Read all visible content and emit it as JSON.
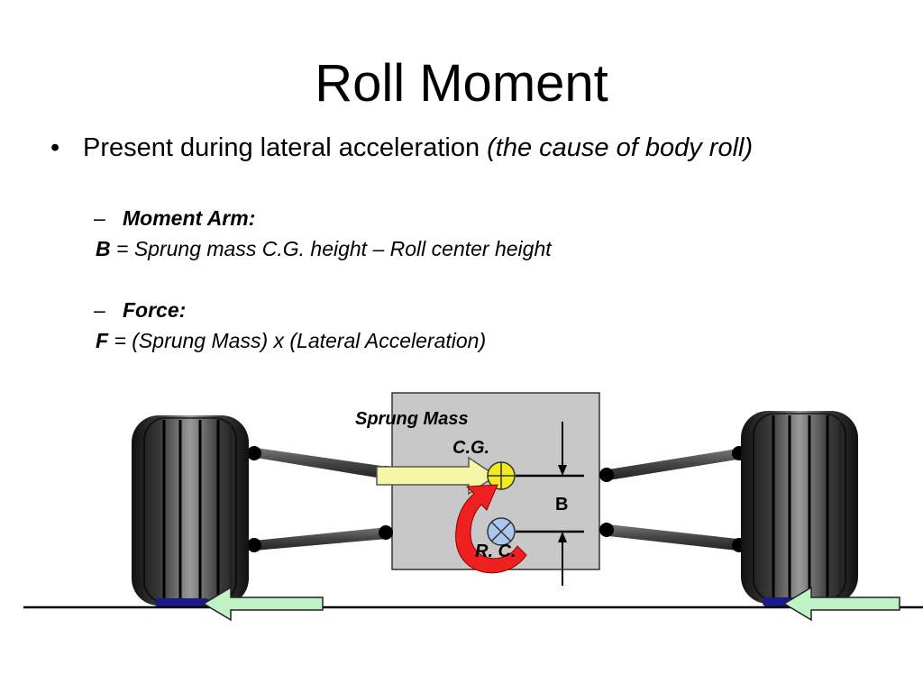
{
  "slide": {
    "title": "Roll Moment",
    "bullet": {
      "text": "Present during lateral acceleration ",
      "italic": "(the cause of body roll)"
    },
    "sub_items": [
      {
        "heading": "Moment Arm:",
        "symbol": "B",
        "equation": " = Sprung mass C.G. height  – Roll center height"
      },
      {
        "heading": "Force:",
        "symbol": "F",
        "equation": " = (Sprung Mass) x (Lateral Acceleration)"
      }
    ],
    "bullet_glyph": "•",
    "dash_glyph": "–"
  },
  "diagram": {
    "label_sprung_mass": "Sprung Mass",
    "label_cg": "C.G.",
    "label_b": "B",
    "label_rc": "R. C.",
    "colors": {
      "body": "#c8c8c8",
      "cg_marker": "#f2ea1e",
      "rc_marker": "#a8c8ee",
      "force_arrow": "#f6f6a6",
      "tire_force_arrow": "#bff2c4",
      "roll_arrow": "#ee2020",
      "tire": "#2a2a2a",
      "contact_patch": "#1a1a8a"
    }
  }
}
